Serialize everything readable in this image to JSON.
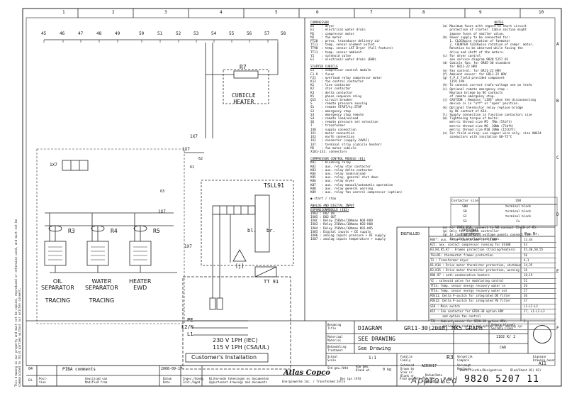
{
  "frame": {
    "col_numbers": [
      "1",
      "2",
      "3",
      "4",
      "5",
      "6",
      "7",
      "8",
      "9",
      "10"
    ],
    "row_letters": [
      "A",
      "B",
      "C",
      "D",
      "E",
      "F"
    ]
  },
  "bus_numbers": [
    "45",
    "46",
    "47",
    "48",
    "49",
    "50",
    "51",
    "52",
    "53",
    "54",
    "55",
    "56",
    "57",
    "58"
  ],
  "labels": {
    "r7": "R7",
    "cubicle_heater": "CUBICLE\nHEATER",
    "tsll91": "TSLL91",
    "r3": "R3",
    "r4": "R4",
    "r5": "R5",
    "oil_sep": "OIL\nSEPARATOR\n\nTRACING",
    "water_sep": "WATER\nSEPARATOR\n\nTRACING",
    "heater_ewd": "HEATER\nEWD",
    "tt91": "TT 91",
    "j": "[j]",
    "bl": "bl.",
    "br": "br.",
    "x7_1": "1X7",
    "x7_2": "1X7",
    "x7_3": "1X7",
    "x7_4": "1X7",
    "x7_5": "1X7",
    "t61": "61",
    "t62": "62",
    "t63": "63",
    "pe": "PE",
    "l2n": "L2/N",
    "l1": "L1",
    "supply1": "230 V 1PH (IEC)",
    "supply2": "115 V 1PH (CSA/UL)",
    "customer": "Customer's Installation"
  },
  "legend": {
    "compressor_title": "COMPRESSOR",
    "compressor": [
      "B1    : dryer",
      "E1    : electrical water drain",
      "M1    : compressor motor",
      "M2    : fan motor",
      "PT20  : press. transducer delivery air",
      "TT11  : temp. sensor element outlet",
      "TT90  : temp. sensor LAT Dryer (full feature)",
      "TT11  : temp. sensor ambient",
      "Y1    : solenoid valve",
      "E1    : electronic water drain (EWD)"
    ],
    "starter_title": "STARTER CUBICLE",
    "starter": [
      "E1    : compressor control module",
      "F1-9  : fuses",
      "F21   : overload relay compressor motor",
      "K13   : fan control contactor",
      "K1    : line contactor",
      "K2    : star contactor",
      "K3    : delta contactor",
      "K5    : phase sequence relay",
      "Q15   : circuit breaker",
      "S     : remote pressure sensing",
      "S1    : remote START/ty.STOP",
      "S2    : emergency stop",
      "S3    : emergency stop remote",
      "S4    : remote load/unload",
      "S6    : remote pressure set selection",
      "T     : transformer",
      "1X0   : supply connection",
      "1X1   : motor connection",
      "1X3   : earth connection",
      "1X2   : connector (supply 24VAC)",
      "1X7   : terminal strip (cubicle heater)",
      "M5    : fan motor cubicle",
      "X101-131: connectors"
    ],
    "module_title": "COMPRESSOR CONTROL MODULE (E1)",
    "module": [
      "K01   : blocking relay",
      "K02   : aux. relay star contactor",
      "K03   : aux. relay delta contactor",
      "K04   : aux. relay load/unload",
      "K05   : aux. relay, general shut down",
      "K06   : aux. relay dryer",
      "K07   : aux. relay manual/automatic operation",
      "K08   : aux. relay general warning",
      "K09   : aux. relay fan control compressor (option)"
    ],
    "start_stop": "start / stop",
    "analog_title": "ANALOG AND DIGITAL INPUT",
    "analog_sub": "EXPANSIONMODULE (I02)",
    "analog": [
      "IX03 : DO2 IN",
      "IX05 : DO2 OUT",
      "IX0C : Relay 250Vac/10Amax KO4-KO9",
      "IX03 : Relay 250Vac/10Amax KO3-KO8",
      "IX04 : Relay 250Vac/10Amax KO1-KO5",
      "IX05 : Digital inputs + DI supply",
      "IX06 : analog inputs pressure + AI supply",
      "IX07 : analog inputs temperature + supply"
    ]
  },
  "notes": {
    "title": "NOTES",
    "items": [
      "(a) Maximum fuses with regard to short circuit",
      "    protection of starter. Cable section might",
      "    impose fuses of smaller value.",
      "(b) Power supply to be connected for:",
      "    1. CLOCKwise rotation of fanmotor",
      "    2. COUNTER CLOCKwise rotation of compr. motor,",
      "    Rotation to be observed while facing the",
      "    drive and shaft of the motors.",
      "(c) For dryer control",
      "    see service diagram 9820 5257 01",
      "(d) Cubicle fan: for GR85-30 standard",
      "    for GR11-22 HRV",
      "(e) Fan control: for GR11-22 HRV",
      "(f) Ambient sensor: for GR11-22 HRV",
      "(g) F,P,C Field provided component",
      "    115V 1PH",
      "(h) To connect correct trafo-voltage see on trafo",
      "(i) Optional remote emergency stop :",
      "    Replace bridge by NC contacts",
      "    of remote emergency stop.",
      "(j) CAUTION : Remains \"LIVE\" when the disconnecting",
      "    device is in \"off\" or \"open\" position.",
      "(k) Optional thermistor relay replace bridge",
      "    by NC contact of K34.",
      "(l) Supply connection in function contactors size",
      "(m) Tightening torque of bolts:",
      "    metric thread size M5  7Nm (5lbft)",
      "    metric thread size M6  10Nm (7lbft)",
      "    metric thread size M10 20Nm (15lbft)",
      "(n) For field wiring: use copper wire only, size AWG14",
      "    conductors with insulation 60-75°C"
    ],
    "contactor_table": {
      "headers": [
        "Contactor size",
        "1X0"
      ],
      "rows": [
        [
          "S00",
          "terminal block"
        ],
        [
          "S0",
          "terminal block"
        ],
        [
          "S2",
          "terminal block"
        ],
        [
          "S3",
          "Cu"
        ]
      ]
    },
    "after_table": [
      "(o) For 690V PSR, connect to NO contact 15-18 of K5.",
      "(p) Only for Graphic controller",
      "(q) In case of 3 or 4 voltage panels connect fan",
      "    fan with overload and fuses."
    ]
  },
  "optional": {
    "installed": "INSTALLED",
    "title": "OPTIONAL\nEQUIPMENT",
    "pos_header": "Pos.Nr.",
    "rows": [
      [
        "K04*: aux. relay load/unload for ES100",
        "13,44"
      ],
      [
        "K21: aux. contact compressor running for ES100",
        "43"
      ],
      [
        "K3,R4,K5,K7 : Frames protection (tracing/heaters)",
        "45,48,50,55"
      ],
      [
        "TSLL91: thermostat frames protection",
        "56"
      ],
      [
        "T3 : Transformer dryer",
        "4,1"
      ],
      [
        "R1,K34 : Drive motor thermistor protection, shutdown",
        "14,25"
      ],
      [
        "R2,K35 : Drive motor thermistor protection, warning",
        "16"
      ],
      [
        "R96-97 : anti-condensation heaters",
        "18,19"
      ],
      [
        "Y2 : solenoid valve for modulating control",
        "52"
      ],
      [
        "TT53: Temp. sensor energy recovery water in",
        "26"
      ],
      [
        "TT54: Temp. sensor energy recovery water out",
        "27"
      ],
      [
        "PDS11: Delta P-switch for integrated DD filter",
        "36"
      ],
      [
        "PDS12: Delta P-switch for integrated PD filter",
        "37"
      ],
      [
        "S10 : Main switch",
        "L1-L2-L3"
      ],
      [
        "K15 : Fan contactor for GR20-30 option HRV",
        "27, L1-L2-L3"
      ],
      [
        "       and option fan control",
        ""
      ],
      [
        "T31 : Ambient sensor for GR20-30 option HRV,",
        "2"
      ],
      [
        "       option fan control and option dryer saving cycle",
        ""
      ]
    ]
  },
  "titleblock": {
    "benaming_lbl": "Benaming\nTitle",
    "diagram": "DIAGRAM",
    "title_main": "GR11-30(2008) MK5 GRAPH",
    "material_lbl": "Materiaal\nMaterial",
    "material": "SEE DRAWING",
    "behandeling_lbl": "Behandeling\nTreatment",
    "treatment": "See Drawing",
    "scale_lbl": "Schaal\nScale",
    "scale": "1:1",
    "family_lbl": "Familie\nFamily",
    "drawn_lbl": "Getekend\nDrawn by",
    "drawn": "AIR3017",
    "doc_no_lbl": "Stuk nr.\nBlank nr.",
    "std_weight_lbl": "Std gew./Wtd",
    "raw_wt_lbl": "Ruw gew.\nBlank wt.",
    "raw_wt": "0 kg",
    "mfg_wt_lbl": "Afg gew.\nFin. wt.",
    "mfg_wt": "0 kg",
    "design_lbl": "Des ign /Afd",
    "prod_lbl": "Prod gez/Afd",
    "date_lbl": "Datum/Date",
    "date": "2008-03-12",
    "r3": "R3",
    "compare_lbl": "Vergelijk\nCompare",
    "replaces_lbl": "Vervangt\nReplaces",
    "security_lbl": "Geheim klassel\nSecrecy Class",
    "security": "1102 K/ 2",
    "cad": "CAD",
    "owner_lbl": "Eigenaar\nDrawing owner",
    "owner": "AII",
    "ident_lbl": "Identificatie/Designation",
    "sheet_lbl": "Blad/Sheet 02(  02)",
    "number": "9820 5207 11",
    "approved": "Approved",
    "brand": "Atlas Copco",
    "brand_sub": "Energiewerke Inc. / Transformed Intro",
    "rev_no": "04",
    "rev_text": "PIBA comments",
    "rev_date": "2008-09-17",
    "ed_lbl": "Ed.",
    "pos_lbl": "Posi-\ntion",
    "gew_lbl": "Gewijzigd van\nModified from",
    "datum_lbl": "Datum\nDate",
    "ingev_lbl": "Ingev./Goedg\nInit./Appd",
    "bijh_lbl": "Bijhorende tekeningen en documenten\nAppurtenant drawings and documents",
    "vertical_note": "This drawing is our property and must not be copied, reproduced or otherwise used, and must not be communicated to third parties without our written consent."
  }
}
